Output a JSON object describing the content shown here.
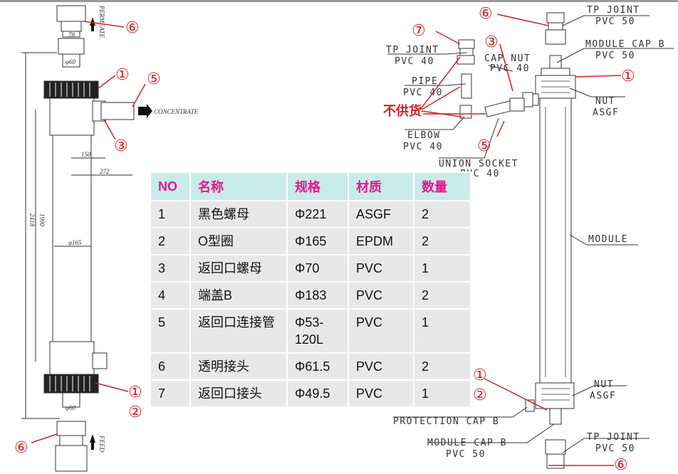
{
  "left_drawing": {
    "labels": {
      "permeate": "PERMEATE",
      "concentrate": "CONCENTRATE",
      "feed": "FEED",
      "dim_78": "78",
      "dim_phi60_top": "φ60",
      "dim_150": "150",
      "dim_272": "272",
      "dim_1990": "1990",
      "dim_2418": "2418",
      "dim_phi165": "φ165",
      "dim_phi60_bottom": "φ60"
    },
    "callouts": [
      "⑥",
      "①",
      "⑤",
      "③",
      "①",
      "②",
      "⑥"
    ]
  },
  "table": {
    "headers": [
      "NO",
      "名称",
      "规格",
      "材质",
      "数量"
    ],
    "rows": [
      [
        "1",
        "黑色螺母",
        "Φ221",
        "ASGF",
        "2"
      ],
      [
        "2",
        "O型圈",
        "Φ165",
        "EPDM",
        "2"
      ],
      [
        "3",
        "返回口螺母",
        "Φ70",
        "PVC",
        "1"
      ],
      [
        "4",
        "端盖B",
        "Φ183",
        "PVC",
        "2"
      ],
      [
        "5",
        "返回口连接管",
        "Φ53-120L",
        "PVC",
        "1"
      ],
      [
        "6",
        "透明接头",
        "Φ61.5",
        "PVC",
        "2"
      ],
      [
        "7",
        "返回口接头",
        "Φ49.5",
        "PVC",
        "1"
      ]
    ]
  },
  "right_drawing": {
    "labels": {
      "tp_joint_top_1": "TP JOINT",
      "tp_joint_top_2": "PVC 50",
      "module_cap_top_1": "MODULE CAP B",
      "module_cap_top_2": "PVC 50",
      "tp_joint_40_1": "TP JOINT",
      "tp_joint_40_2": "PVC 40",
      "cap_nut_1": "CAP NUT",
      "cap_nut_2": "PVC 40",
      "pipe_1": "PIPE",
      "pipe_2": "PVC 40",
      "elbow_1": "ELBOW",
      "elbow_2": "PVC 40",
      "union_1": "UNION SOCKET",
      "union_2": "PVC 40",
      "nut_top_1": "NUT",
      "nut_top_2": "ASGF",
      "module": "MODULE",
      "nut_bottom_1": "NUT",
      "nut_bottom_2": "ASGF",
      "protection_cap": "PROTECTION CAP B",
      "module_cap_bottom_1": "MODULE CAP B",
      "module_cap_bottom_2": "PVC 50",
      "tp_joint_bottom_1": "TP JOINT",
      "tp_joint_bottom_2": "PVC 50",
      "not_supplied": "不供货"
    },
    "callouts": [
      "⑥",
      "⑦",
      "③",
      "①",
      "⑤",
      "①",
      "②",
      "⑥"
    ]
  },
  "colors": {
    "callout": "#d22222",
    "header_bg": "#c9ebe9",
    "header_text": "#e8158a",
    "row_bg": "#e8e8e8"
  }
}
